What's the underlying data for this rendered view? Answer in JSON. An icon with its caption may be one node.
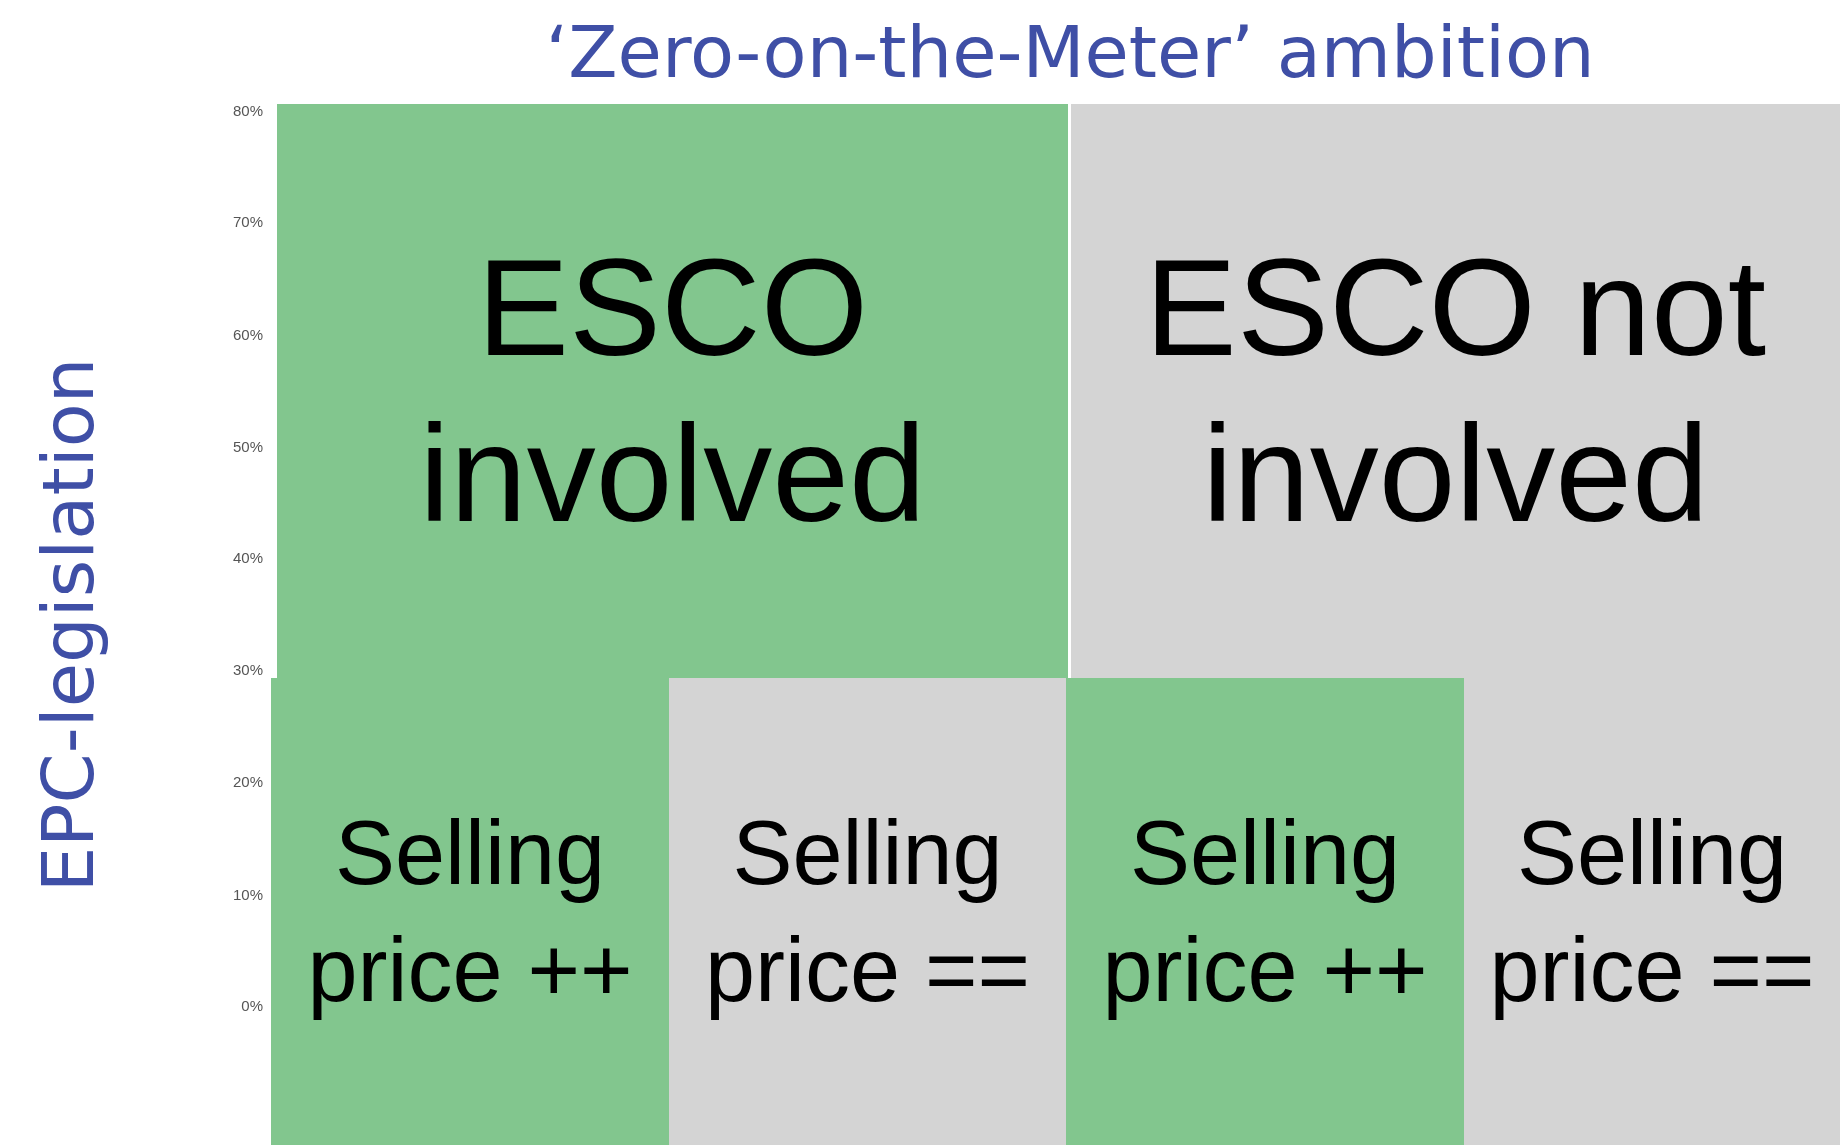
{
  "diagram": {
    "title": "‘Zero-on-the-Meter’ ambition",
    "nodes": [
      {
        "text": [
          "ESCO involved"
        ]
      },
      {
        "text": [
          "ESCO not involved"
        ]
      },
      {
        "text": [
          "Selling price ++"
        ]
      },
      {
        "text": [
          "Selling price =="
        ]
      },
      {
        "text": [
          "Selling price ++"
        ]
      },
      {
        "text": [
          "Selling price =="
        ]
      }
    ],
    "labels": [
      "EPC-legislation",
      "80%",
      "70%",
      "60%",
      "50%",
      "40%",
      "30%",
      "20%",
      "10%",
      "0%"
    ]
  }
}
